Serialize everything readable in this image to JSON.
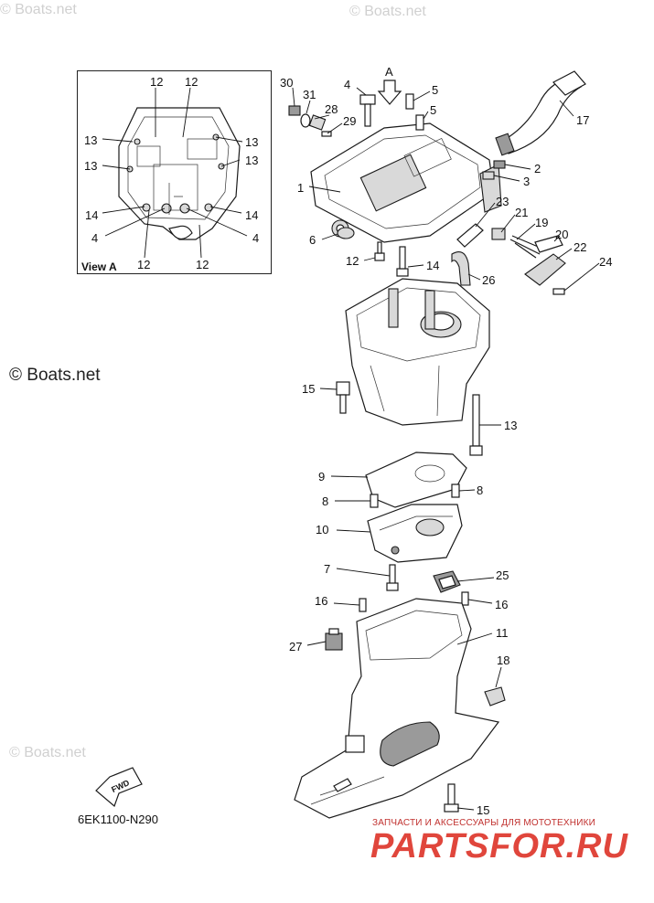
{
  "watermarks": [
    "© Boats.net",
    "© Boats.net",
    "© Boats.net"
  ],
  "copyright": "© Boats.net",
  "view_label": "View A",
  "arrow_label": "A",
  "fwd_label": "FWD",
  "drawing_code": "6EK1100-N290",
  "brand": {
    "tagline": "ЗАПЧАСТИ И АКСЕССУАРЫ ДЛЯ МОТОТЕХНИКИ",
    "logo": "PARTSFOR.RU"
  },
  "callouts": {
    "c1": "1",
    "c2": "2",
    "c3": "3",
    "c4a": "4",
    "c5a": "5",
    "c5b": "5",
    "c6": "6",
    "c7": "7",
    "c8a": "8",
    "c8b": "8",
    "c9": "9",
    "c10": "10",
    "c11": "11",
    "c12a": "12",
    "c13a": "13",
    "c14a": "14",
    "c15a": "15",
    "c15b": "15",
    "c16a": "16",
    "c16b": "16",
    "c17": "17",
    "c18": "18",
    "c19": "19",
    "c20": "20",
    "c21": "21",
    "c22": "22",
    "c23": "23",
    "c24": "24",
    "c25": "25",
    "c26": "26",
    "c27": "27",
    "c28": "28",
    "c29": "29",
    "c30": "30",
    "c31": "31",
    "v12a": "12",
    "v12b": "12",
    "v13a": "13",
    "v13b": "13",
    "v13c": "13",
    "v13d": "13",
    "v14a": "14",
    "v14b": "14",
    "v4a": "4",
    "v4b": "4",
    "v12c": "12",
    "v12d": "12"
  }
}
